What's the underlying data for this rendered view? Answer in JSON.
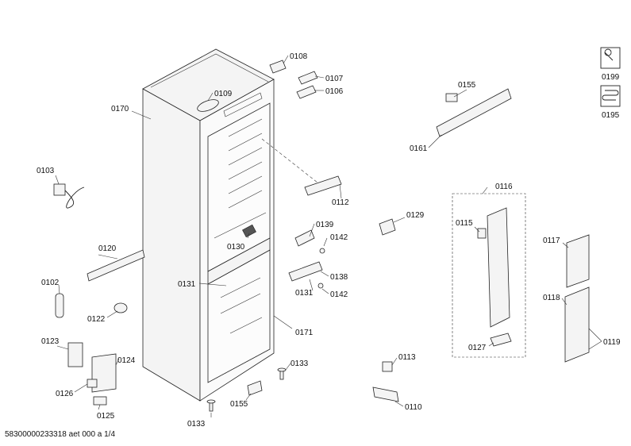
{
  "labels": [
    {
      "id": "0108",
      "text": "0108"
    },
    {
      "id": "0107",
      "text": "0107"
    },
    {
      "id": "0106",
      "text": "0106"
    },
    {
      "id": "0109",
      "text": "0109"
    },
    {
      "id": "0170",
      "text": "0170"
    },
    {
      "id": "0103",
      "text": "0103"
    },
    {
      "id": "0112",
      "text": "0112"
    },
    {
      "id": "0139",
      "text": "0139"
    },
    {
      "id": "0142a",
      "text": "0142"
    },
    {
      "id": "0130",
      "text": "0130"
    },
    {
      "id": "0138",
      "text": "0138"
    },
    {
      "id": "0131a",
      "text": "0131"
    },
    {
      "id": "0131b",
      "text": "0131"
    },
    {
      "id": "0142b",
      "text": "0142"
    },
    {
      "id": "0120",
      "text": "0120"
    },
    {
      "id": "0102",
      "text": "0102"
    },
    {
      "id": "0122",
      "text": "0122"
    },
    {
      "id": "0171",
      "text": "0171"
    },
    {
      "id": "0123",
      "text": "0123"
    },
    {
      "id": "0124",
      "text": "0124"
    },
    {
      "id": "0126",
      "text": "0126"
    },
    {
      "id": "0125",
      "text": "0125"
    },
    {
      "id": "0133a",
      "text": "0133"
    },
    {
      "id": "0155a",
      "text": "0155"
    },
    {
      "id": "0133b",
      "text": "0133"
    },
    {
      "id": "0155b",
      "text": "0155"
    },
    {
      "id": "0161",
      "text": "0161"
    },
    {
      "id": "0116",
      "text": "0116"
    },
    {
      "id": "0129",
      "text": "0129"
    },
    {
      "id": "0115",
      "text": "0115"
    },
    {
      "id": "0117",
      "text": "0117"
    },
    {
      "id": "0118",
      "text": "0118"
    },
    {
      "id": "0119",
      "text": "0119"
    },
    {
      "id": "0127",
      "text": "0127"
    },
    {
      "id": "0113",
      "text": "0113"
    },
    {
      "id": "0110",
      "text": "0110"
    },
    {
      "id": "0199",
      "text": "0199"
    },
    {
      "id": "0195",
      "text": "0195"
    }
  ],
  "footer": "58300000233318 aet 000 a 1/4",
  "icons": [
    "service-manual-icon",
    "refrigerant-coil-icon"
  ]
}
